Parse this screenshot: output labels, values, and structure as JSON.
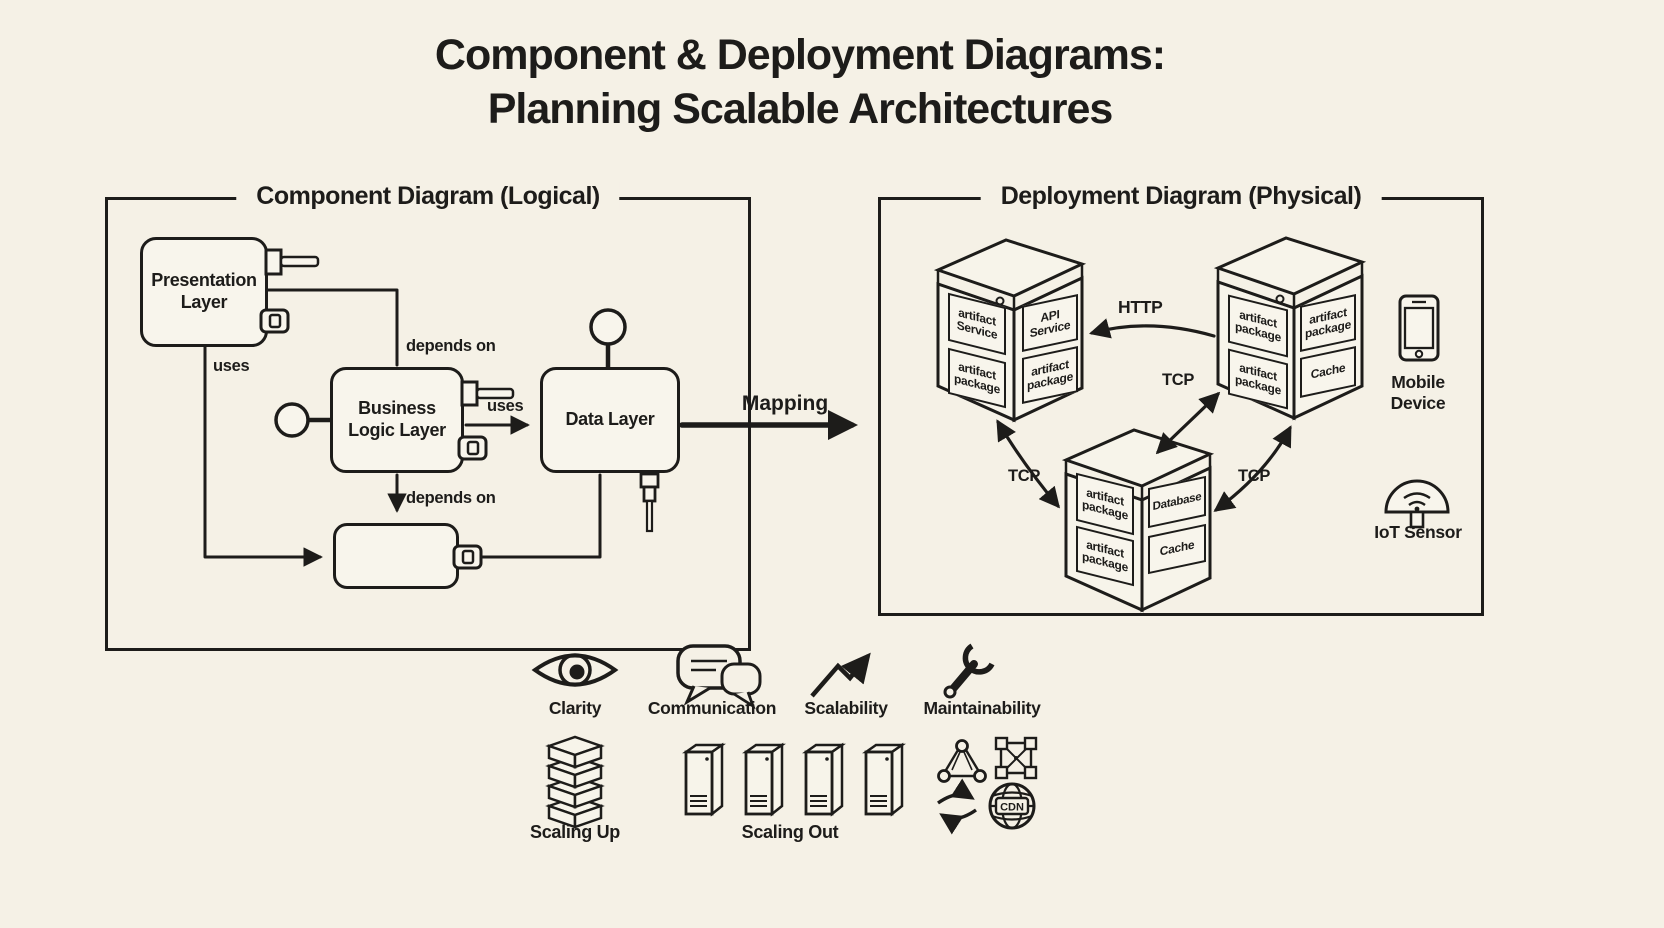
{
  "title": {
    "line1": "Component & Deployment Diagrams:",
    "line2": "Planning Scalable Architectures"
  },
  "component_panel": {
    "title": "Component Diagram (Logical)",
    "boxes": {
      "presentation": "Presentation Layer",
      "business_logic": "Business Logic Layer",
      "data": "Data Layer"
    },
    "relations": {
      "uses_presentation": "uses",
      "depends_on_top": "depends on",
      "uses_business": "uses",
      "depends_on_bottom": "depends on"
    }
  },
  "mapping": {
    "label": "Mapping"
  },
  "deployment_panel": {
    "title": "Deployment Diagram (Physical)",
    "nodes": {
      "node_a": {
        "left_top": "artifact Service",
        "left_bottom": "artifact package",
        "right_top": "API Service",
        "right_bottom": "artifact package"
      },
      "node_b": {
        "left_top": "artifact package",
        "left_bottom": "artifact package",
        "right_top": "artifact package",
        "right_bottom": "Cache"
      },
      "node_c": {
        "left_top": "artifact package",
        "left_bottom": "artifact package",
        "right_top": "Database",
        "right_bottom": "Cache"
      }
    },
    "connections": {
      "http": "HTTP",
      "tcp_a": "TCP",
      "tcp_b": "TCP",
      "tcp_c": "TCP"
    },
    "devices": {
      "mobile": "Mobile Device",
      "iot": "IoT Sensor"
    }
  },
  "legend": {
    "benefits": [
      {
        "label": "Clarity"
      },
      {
        "label": "Communication"
      },
      {
        "label": "Scalability"
      },
      {
        "label": "Maintainability"
      }
    ],
    "scaling_up": "Scaling Up",
    "scaling_out": "Scaling Out",
    "cdn": "CDN"
  },
  "colors": {
    "background": "#f5f1e6",
    "ink": "#1d1c1a"
  }
}
